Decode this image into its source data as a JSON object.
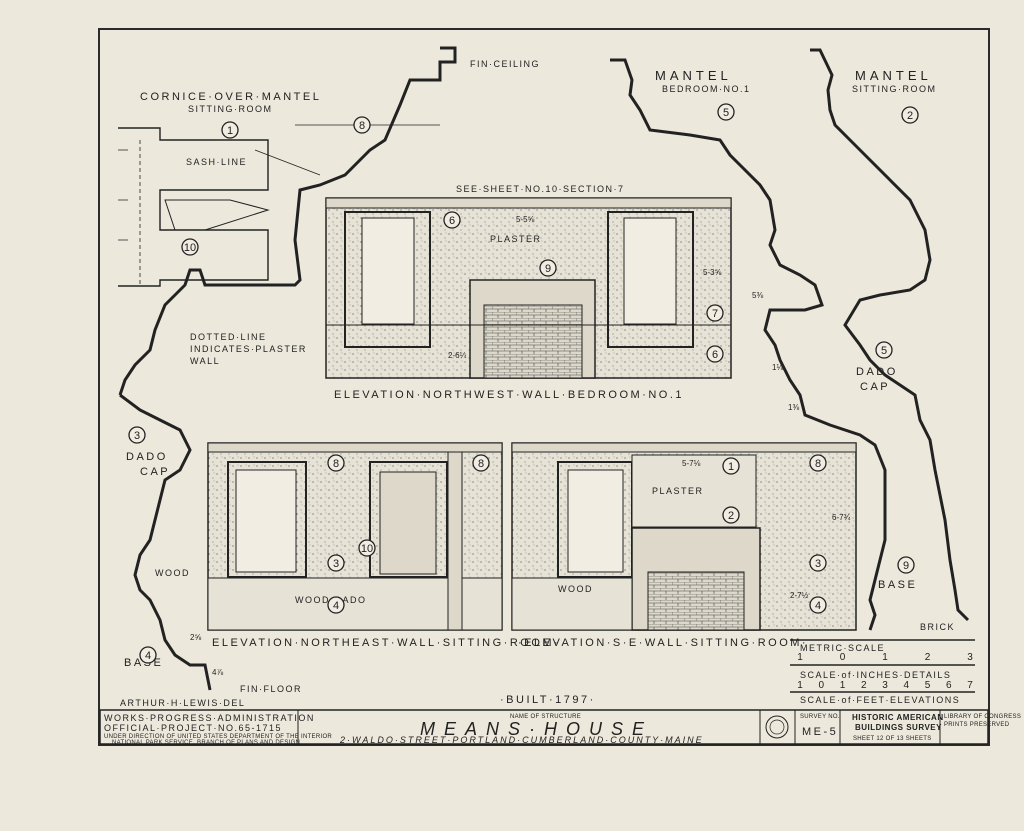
{
  "drawing_labels": {
    "cornice_title": "CORNICE·OVER·MANTEL",
    "cornice_sub": "SITTING·ROOM",
    "fin_ceiling": "FIN·CEILING",
    "sash_line": "SASH·LINE",
    "dotted_line_1": "DOTTED·LINE",
    "dotted_line_2": "INDICATES·PLASTER",
    "dotted_line_3": "WALL",
    "dado_cap_left_1": "DADO",
    "dado_cap_left_2": "CAP",
    "wood": "WOOD",
    "base_left": "BASE",
    "fin_floor": "FIN·FLOOR",
    "delineator": "ARTHUR·H·LEWIS·DEL",
    "mantel_bedroom_title": "MANTEL",
    "mantel_bedroom_sub": "BEDROOM·NO.1",
    "mantel_sitting_title": "MANTEL",
    "mantel_sitting_sub": "SITTING·ROOM",
    "dado_cap_right_1": "DADO",
    "dado_cap_right_2": "CAP",
    "base_right": "BASE",
    "brick": "BRICK",
    "see_sheet": "SEE·SHEET·NO.10·SECTION·7",
    "plaster_top": "PLASTER",
    "plaster_se": "PLASTER",
    "wood_dado": "WOOD·DADO",
    "wood_se": "WOOD",
    "built": "·BUILT·1797·"
  },
  "callouts": [
    "1",
    "8",
    "10",
    "3",
    "4",
    "5",
    "2",
    "6",
    "9",
    "7",
    "5",
    "6",
    "9",
    "8",
    "8",
    "3",
    "4",
    "10",
    "1",
    "8",
    "2",
    "3",
    "4"
  ],
  "dimensions": {
    "nw_width": "5-5⅝",
    "nw_height": "5-3⅝",
    "nw_dado": "2-6¼",
    "se_width": "5-7⅛",
    "se_height": "6-7¾",
    "se_dado": "2-7½",
    "mantel_1": "5⅜",
    "mantel_2": "1⅛",
    "mantel_3": "1⅜",
    "base_1": "2⅝",
    "base_2": "4⅞"
  },
  "elevation_titles": {
    "nw": "ELEVATION·NORTHWEST·WALL·BEDROOM·NO.1",
    "ne": "ELEVATION·NORTHEAST·WALL·SITTING·ROOM·",
    "se": "·ELEVATION·S·E·WALL·SITTING·ROOM·"
  },
  "scales": {
    "metric_title": "METRIC·SCALE",
    "metric_ticks": [
      "1",
      "0",
      "1",
      "2",
      "3"
    ],
    "inches_title": "SCALE·of·INCHES·DETAILS",
    "inches_ticks": [
      "1",
      "0",
      "1",
      "2",
      "3",
      "4",
      "5",
      "6",
      "7"
    ],
    "feet_title": "SCALE·of·FEET·ELEVATIONS"
  },
  "title_block": {
    "wpa_1": "WORKS·PROGRESS·ADMINISTRATION",
    "wpa_2": "OFFICIAL·PROJECT·NO.65-1715",
    "wpa_3": "UNDER DIRECTION OF UNITED STATES DEPARTMENT OF THE INTERIOR",
    "wpa_4": "NATIONAL PARK SERVICE, BRANCH OF PLANS AND DESIGN",
    "name_label": "NAME OF STRUCTURE",
    "structure_name": "MEANS·HOUSE",
    "address": "2·WALDO·STREET·PORTLAND·CUMBERLAND·COUNTY·MAINE",
    "survey_label": "SURVEY NO.",
    "survey_no": "ME-5",
    "habs_1": "HISTORIC AMERICAN",
    "habs_2": "BUILDINGS SURVEY",
    "sheet": "SHEET 12 OF 13 SHEETS",
    "lib_1": "LIBRARY OF CONGRESS",
    "lib_2": "PRINTS PRESERVED"
  }
}
